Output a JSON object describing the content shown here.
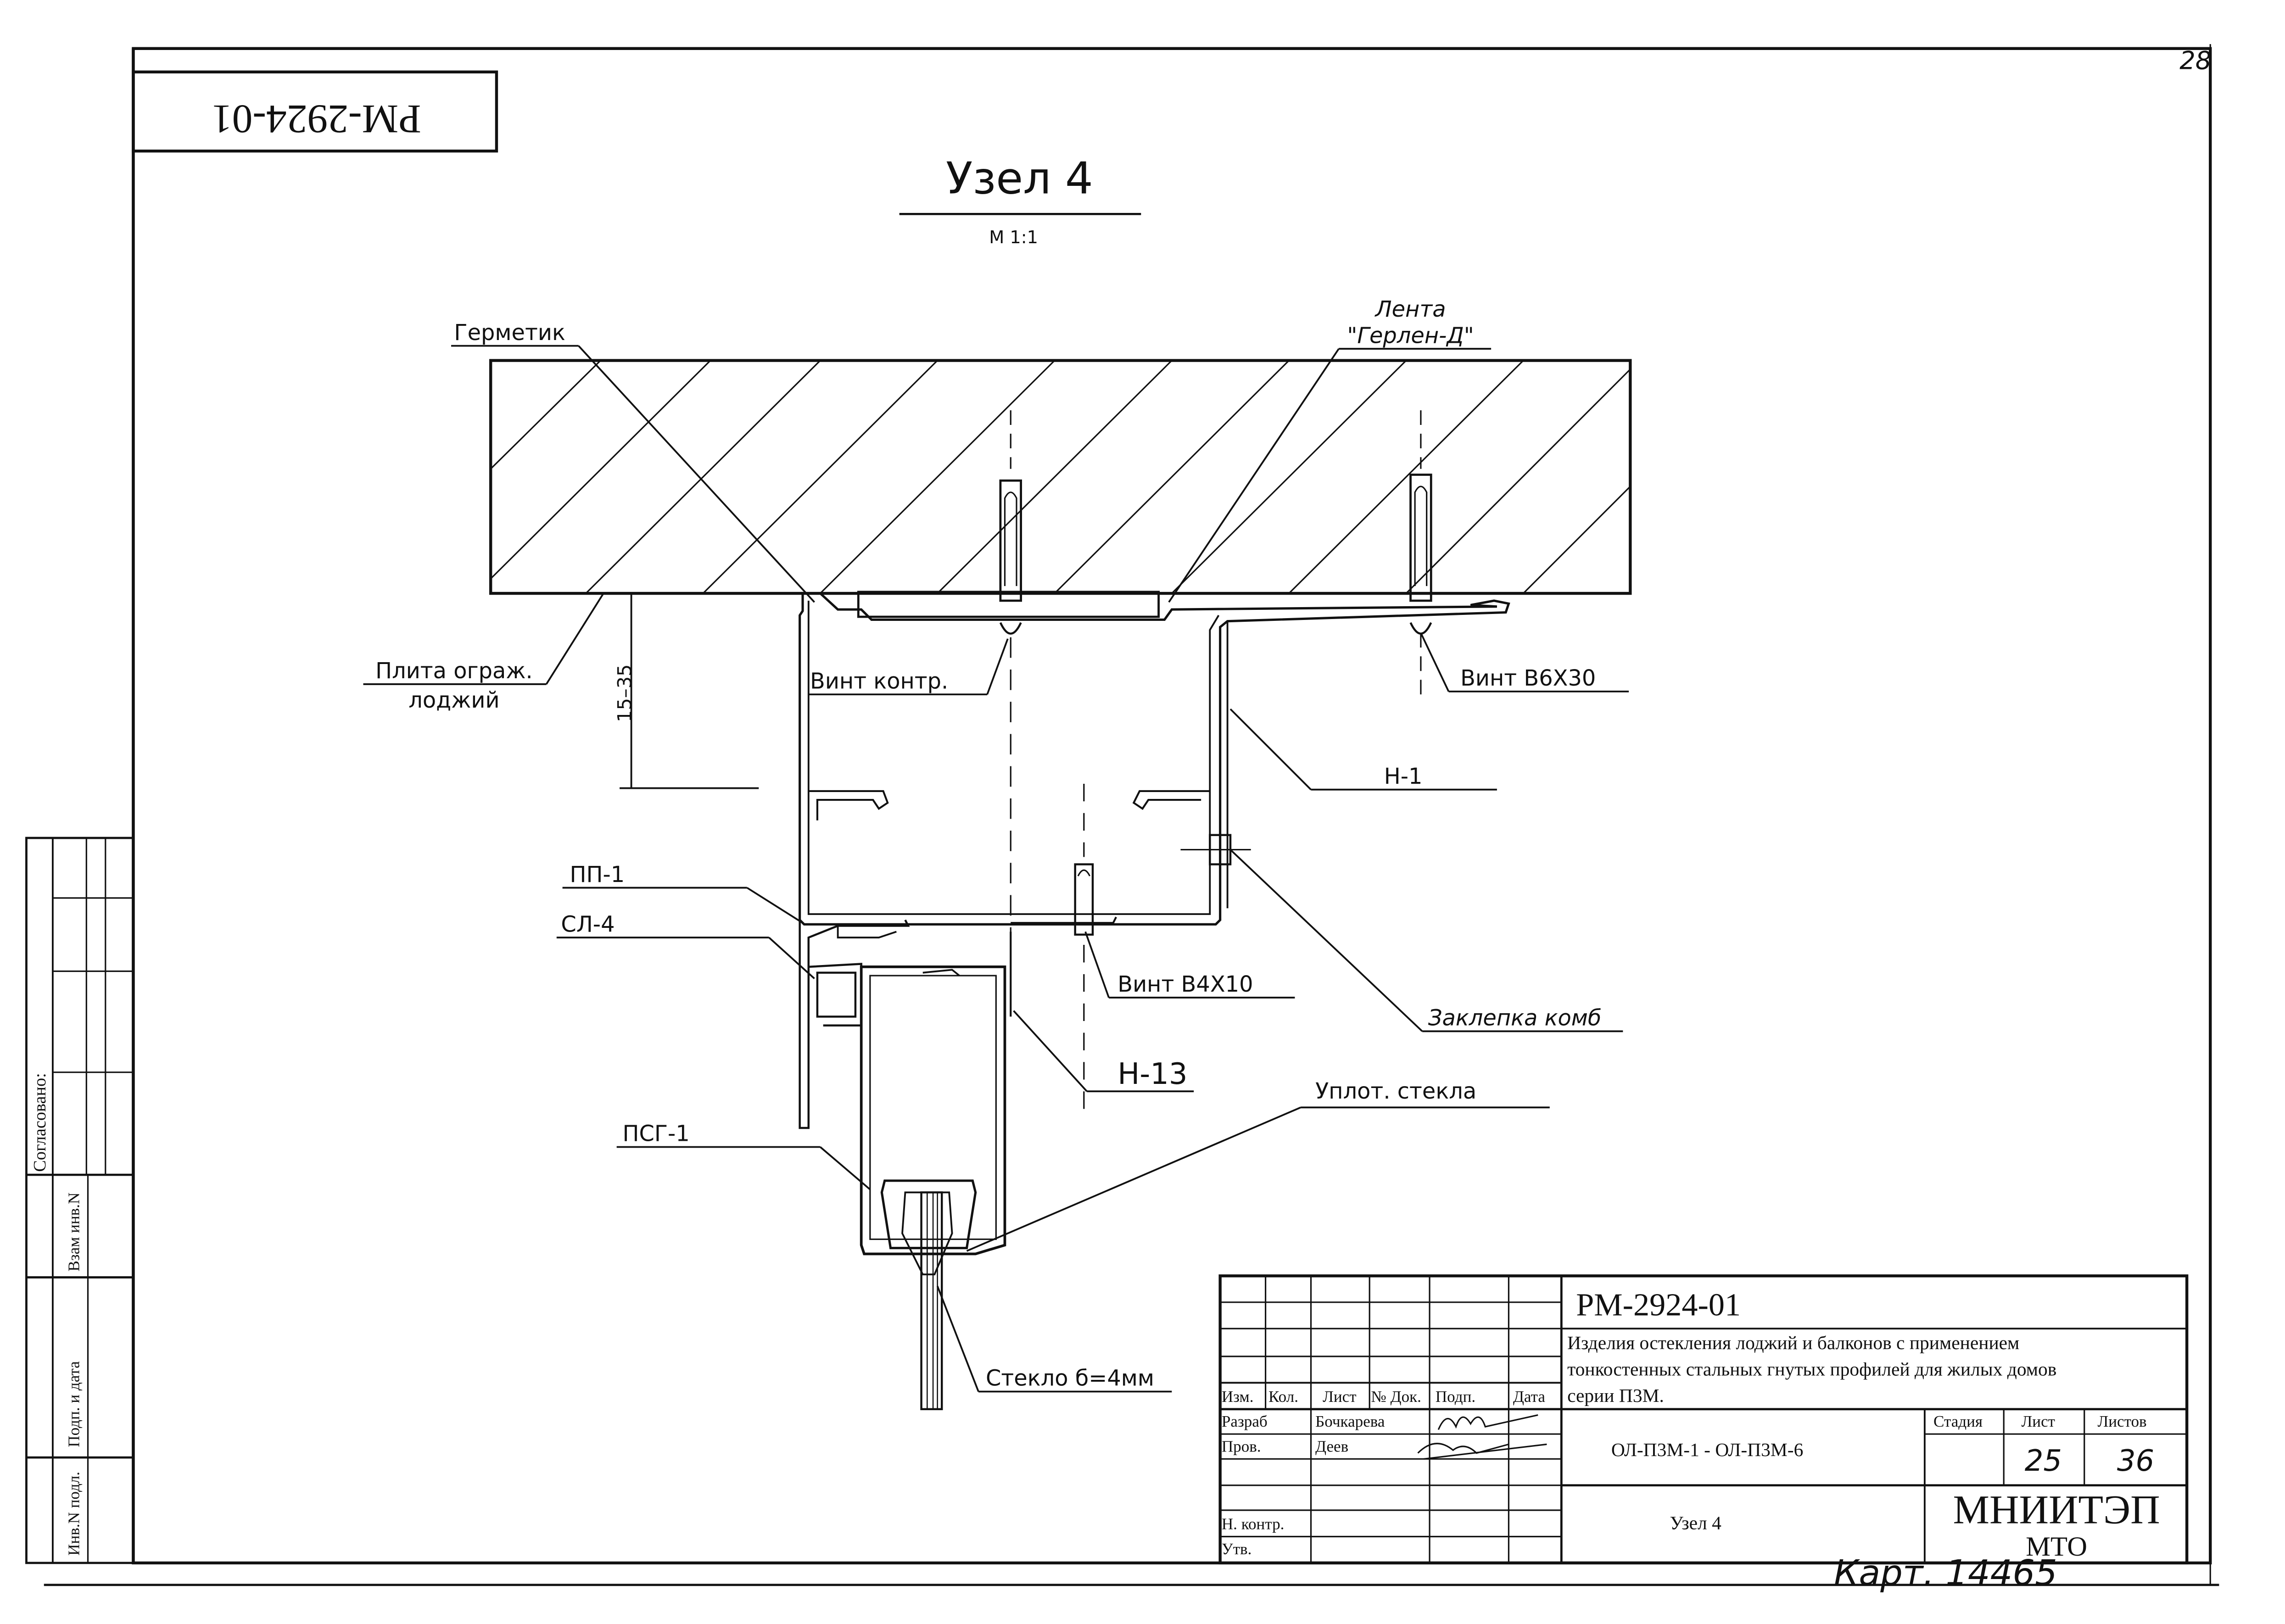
{
  "colors": {
    "ink": "#111111",
    "paper": "#ffffff"
  },
  "sheet": {
    "page_corner_number": "28",
    "doc_code_box": "РМ-2924-01",
    "title": "Узел 4",
    "scale": "М 1:1"
  },
  "labels": {
    "germetik": "Герметик",
    "lenta_1": "Лента",
    "lenta_2": "\"Герлен-Д\"",
    "plita_1": "Плита огрaж.",
    "plita_2": "лоджий",
    "dim": "15–35",
    "vint_kontr": "Винт контр.",
    "vint_b6": "Винт В6Х30",
    "n1": "Н-1",
    "pp1": "ПП-1",
    "sl4": "СЛ-4",
    "vint_b4": "Винт В4Х10",
    "zaklepka": "Заклепка комб",
    "n13": "Н-13",
    "uplot": "Уплот. стекла",
    "psg1": "ПСГ-1",
    "steklo": "Стекло б=4мм"
  },
  "left_strip": {
    "soglasovano": "Согласовано:",
    "vzam": "Взам инв.N",
    "podp_data": "Подп. и дата",
    "inv_podl": "Инв.N подл."
  },
  "title_block": {
    "code": "РМ-2924-01",
    "description_lines": [
      "Изделия остекления лоджий и балконов с применением",
      "тонкостенных стальных гнутых профилей для жилых домов",
      "серии П3М."
    ],
    "col_headers": {
      "izm": "Изм.",
      "kol": "Кол.",
      "list": "Лист",
      "ndok": "№ Док.",
      "podp": "Подп.",
      "data": "Дата"
    },
    "rows": [
      {
        "role": "Разраб",
        "name": "Бочкарева"
      },
      {
        "role": "Пров.",
        "name": "Деев"
      },
      {
        "role": "Н. контр.",
        "name": ""
      },
      {
        "role": "Утв.",
        "name": ""
      }
    ],
    "designation": "ОЛ-П3М-1 - ОЛ-П3М-6",
    "node_name": "Узел 4",
    "stage_label": "Стадия",
    "sheet_label": "Лист",
    "sheets_label": "Листов",
    "stage_value": "",
    "sheet_value": "25",
    "sheets_value": "36",
    "org_1": "МНИИТЭП",
    "org_2": "МТО",
    "stamp_text": "Карт. 14465"
  }
}
